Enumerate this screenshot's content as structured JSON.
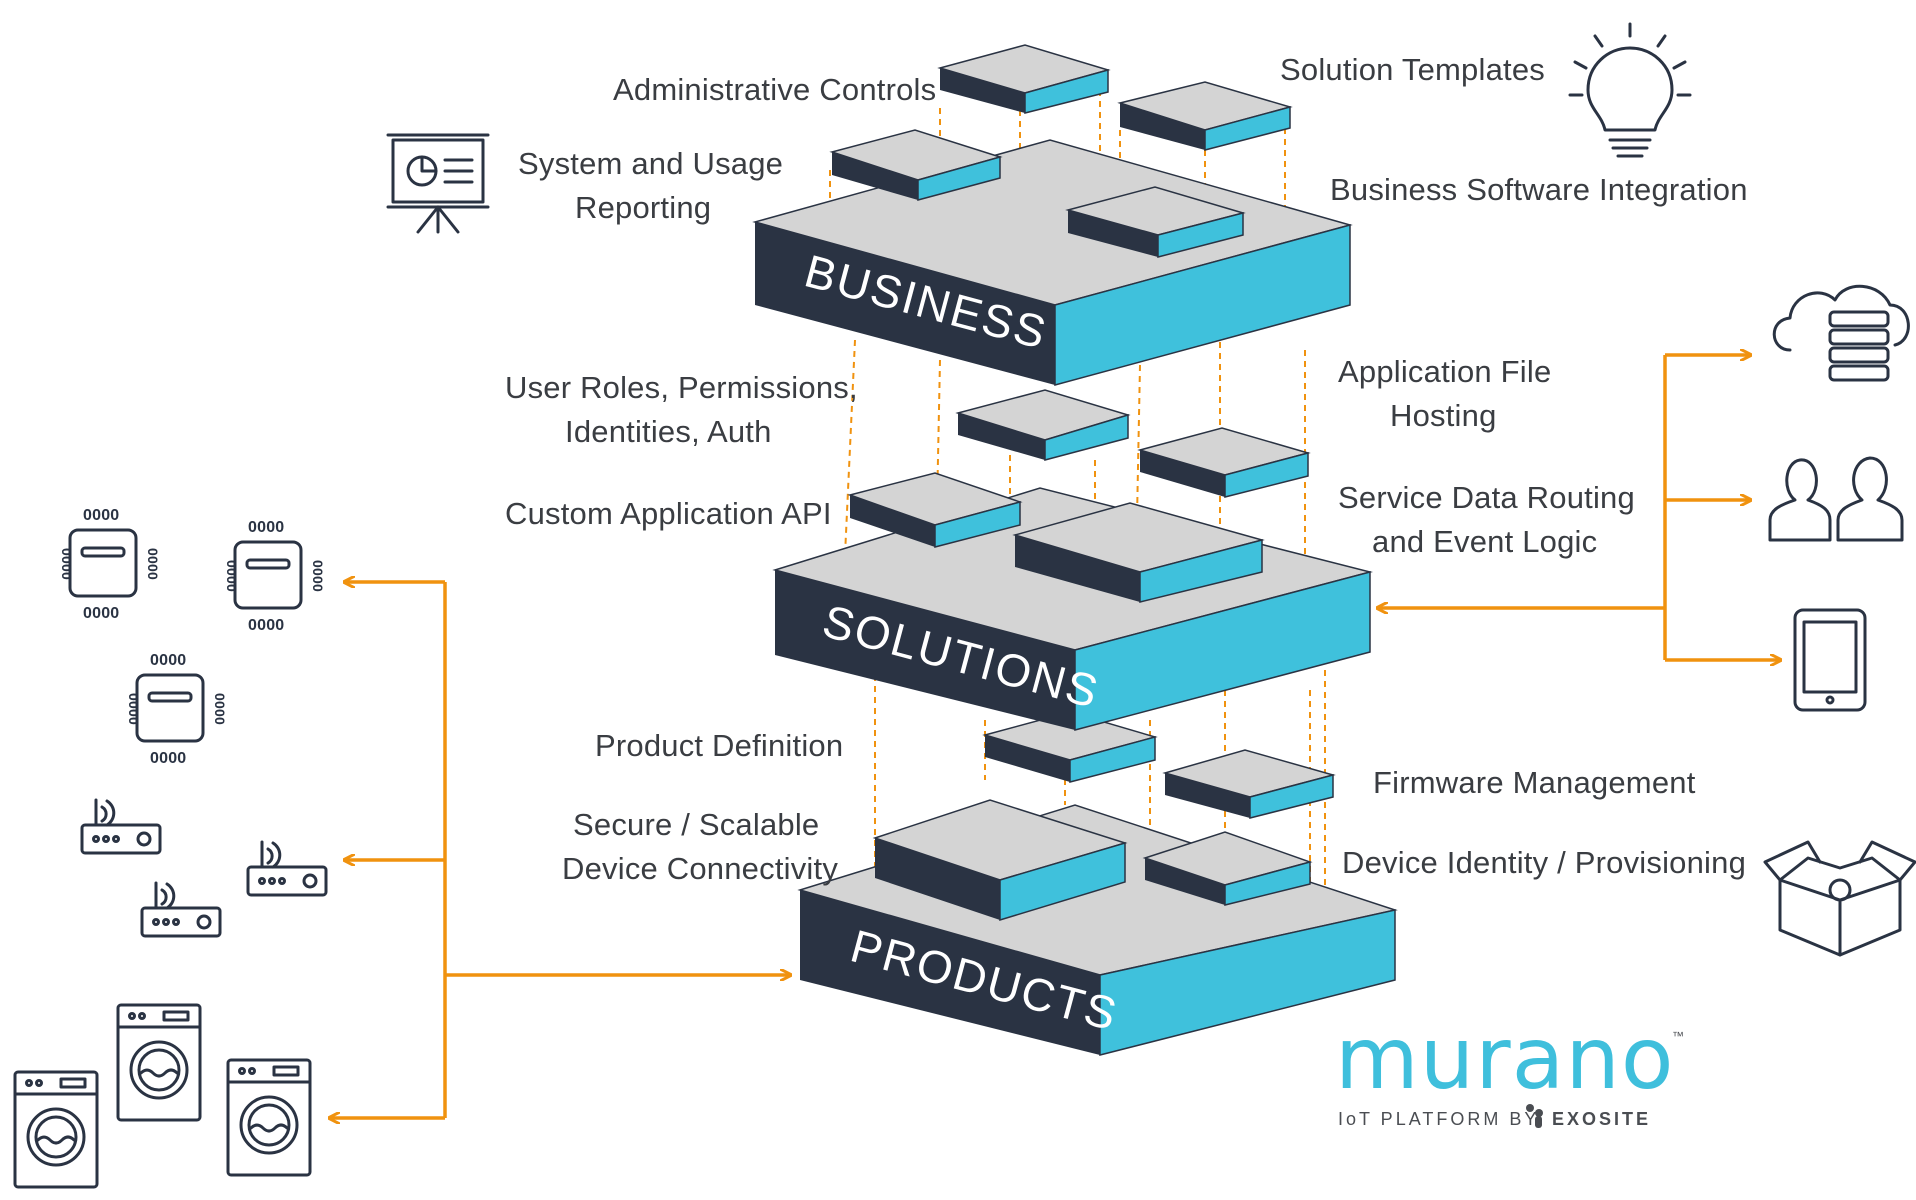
{
  "layers": {
    "business": "BUSINESS",
    "solutions": "SOLUTIONS",
    "products": "PRODUCTS"
  },
  "labels": {
    "administrative_controls": "Administrative Controls",
    "solution_templates": "Solution Templates",
    "system_usage_line1": "System and Usage",
    "system_usage_line2": "Reporting",
    "business_software_integration": "Business Software Integration",
    "user_roles_line1": "User Roles, Permissions,",
    "user_roles_line2": "Identities, Auth",
    "app_hosting_line1": "Application File",
    "app_hosting_line2": "Hosting",
    "custom_api": "Custom Application API",
    "service_routing_line1": "Service Data Routing",
    "service_routing_line2": "and Event Logic",
    "product_definition": "Product Definition",
    "firmware_management": "Firmware Management",
    "secure_line1": "Secure / Scalable",
    "secure_line2": "Device Connectivity",
    "device_identity": "Device Identity / Provisioning"
  },
  "chip_pins": "0000",
  "logo": {
    "word": "murano",
    "tm": "™",
    "tagline": "IoT PLATFORM BY",
    "brand": "EXOSITE"
  },
  "icons": [
    "presentation-board-icon",
    "lightbulb-icon",
    "cloud-server-icon",
    "users-icon",
    "tablet-icon",
    "box-gear-icon",
    "chip-icon",
    "router-icon",
    "washing-machine-icon"
  ],
  "colors": {
    "dark": "#2a3343",
    "cyan": "#3fc1dc",
    "top": "#d4d4d4",
    "accent": "#f0920f"
  }
}
